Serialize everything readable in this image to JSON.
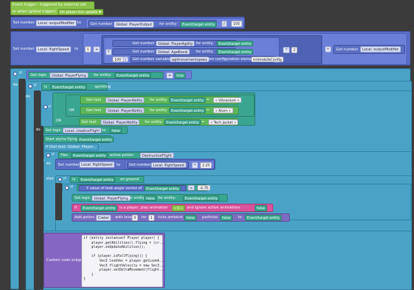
{
  "colors": {
    "event": "#8bc34a",
    "logic": "#3aa68f",
    "text": "#5db85c",
    "number": "#5b6ec4",
    "animation": "#d9529a",
    "custom": "#8566c2"
  },
  "event": {
    "title": "Event trigger - triggered by external call",
    "subtitle": "or when (global trigger)",
    "trigger": "On player tick update"
  },
  "row1": {
    "label": "Set number",
    "var": "Local: outputModifier",
    "to": "to",
    "get": "Get number",
    "gvar": "Global: PlayerOutput",
    "for": "for entity:",
    "entity": "Event/target entity",
    "op": "/",
    "value": "100"
  },
  "row2": {
    "label": "Set number",
    "var": "Local: flightSpeed",
    "to": "to",
    "one": "1",
    "op1": "+",
    "op2": "*",
    "pa_get": "Get number",
    "pa_var": "Global: PlayerAgility",
    "for": "for entity:",
    "entity": "Event/target entity",
    "ab_get": "Get number",
    "ab_var": "Global: AgeBoost",
    "hundred": "100",
    "div": "/",
    "cfg_get": "Get number variable",
    "cfg_key": "agilmovementspeed",
    "cfg_from": "from configuration element",
    "cfg_el": "tmlmobileConfig",
    "pow": "^",
    "two": "2",
    "mul": "*",
    "om_get": "Get number",
    "om_var": "Local: outputModifier"
  },
  "if1": {
    "if": "if",
    "do": "do",
    "get": "Get logic",
    "var": "Global: PlayerFlying",
    "for": "for entity:",
    "entity": "Event/target entity",
    "eq": "=",
    "val": "true"
  },
  "if2": {
    "if": "if",
    "is": "is",
    "entity": "Event/target entity",
    "state": "sprinting"
  },
  "or_block": {
    "or1": "OR",
    "or2": "OR",
    "get": "Get text",
    "var": "Global: PlayerAbility",
    "for": "for entity:",
    "entity": "Event/target entity",
    "eq": "=",
    "v1": "Vibranium",
    "v2": "Atom",
    "v3": "Tech Jacket"
  },
  "set_logic": {
    "label": "Set logic",
    "var": "Local: creativeFlight",
    "to": "to",
    "val": "false"
  },
  "start_flying": {
    "label": "Start elytra flying for",
    "entity": "Event/target entity"
  },
  "collapsed": {
    "label": "if (Get text: Global: Player..."
  },
  "if3": {
    "if": "if",
    "has": "Has",
    "entity": "Event/target entity",
    "potion": "active potion",
    "effect": "DestructiveFlight"
  },
  "set_speed": {
    "label": "Set number",
    "var": "Local: flightSpeed",
    "to": "to",
    "get": "Get number",
    "gvar": "Local: flightSpeed",
    "op": "*",
    "val": "2.25"
  },
  "else": {
    "label": "else"
  },
  "if4": {
    "if": "if",
    "is": "is",
    "entity": "Event/target entity",
    "state": "on ground"
  },
  "if5": {
    "if": "if",
    "label": "Y value of look angle vector of",
    "entity": "Event/target entity",
    "op": "<",
    "val": "-0.75"
  },
  "set_pf": {
    "label": "Set logic",
    "var": "Global: PlayerFlying",
    "for": "for entity:",
    "val": "false",
    "entity": "Event/target entity"
  },
  "anim": {
    "if": "if",
    "entity": "Event/target entity",
    "mid": "is a player, play animation",
    "num": "0",
    "tail": "and ignore active animations",
    "flag": "false"
  },
  "potion": {
    "label": "Add potion",
    "name": "Crater",
    "level": "with level",
    "lv": "0",
    "for": "for",
    "ticks": "1",
    "ambient": "ticks ambient",
    "amb": "false",
    "particles": "particles",
    "part": "false",
    "to": "to",
    "entity": "Event/target entity"
  },
  "custom": {
    "label": "Custom code snippet:",
    "code": "if (entity instanceof Player player) {\n    player.getAbilities().flying = (cr...\n    player.onUpdateAbilities();\n\n    if (player.isFallFlying()) {\n        Vec3 lookVec = player.getLookA...\n        Vec3 flightVelocity = new Vec3...\n        player.setDeltaMovement(flight...\n    }\n}"
  }
}
